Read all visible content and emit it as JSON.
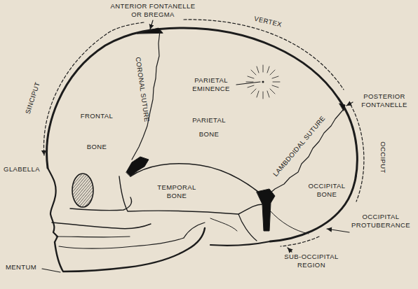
{
  "diagram": {
    "labels": [
      "ANTERIOR FONTANELLE OR BREGMA",
      "VERTEX",
      "SINCIPUT",
      "CORONAL SUTURE",
      "PARIETAL EMINENCE",
      "FRONTAL BONE",
      "PARIETAL BONE",
      "POSTERIOR FONTANELLE",
      "OCCIPUT",
      "GLABELLA",
      "LAMBDOIDAL SUTURE",
      "OCCIPITAL BONE",
      "TEMPORAL BONE",
      "OCCIPITAL PROTUBERANCE",
      "SUB-OCCIPITAL REGION",
      "MENTUM"
    ]
  }
}
